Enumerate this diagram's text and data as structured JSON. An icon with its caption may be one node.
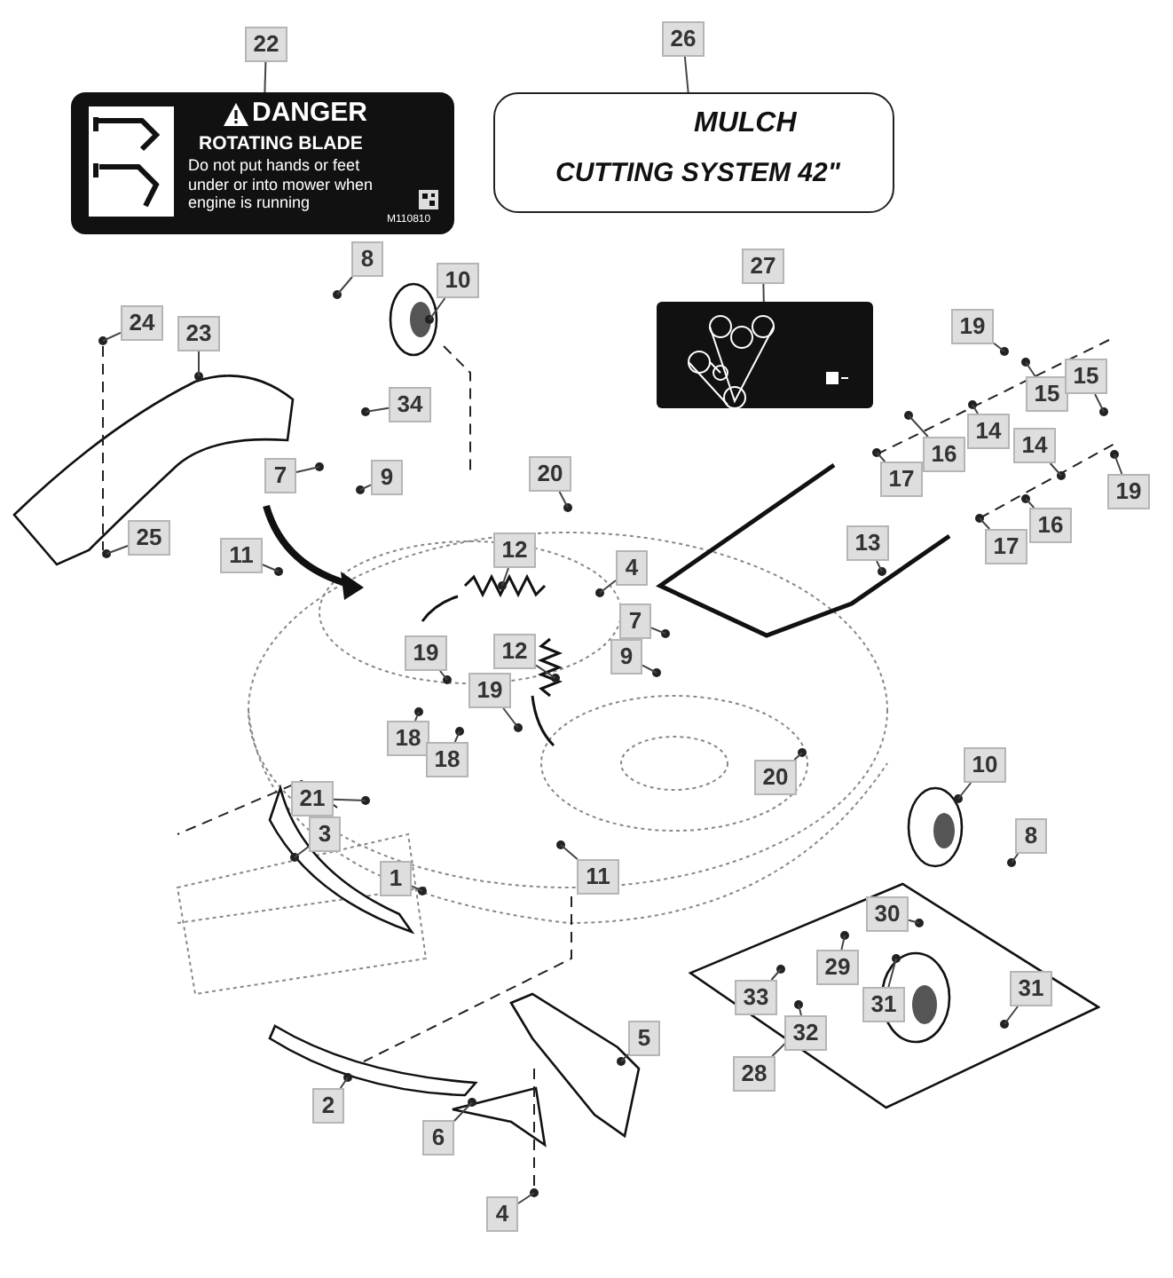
{
  "diagram": {
    "nodes": [
      {
        "text": [
          "22"
        ]
      },
      {
        "text": [
          "DANGER",
          "ROTATING BLADE",
          "Do not put hands or feet under or into mower when engine is running",
          "M110810"
        ]
      },
      {
        "text": [
          "26"
        ]
      },
      {
        "text": [
          "MULCH",
          "CUTTING SYSTEM 42\""
        ]
      },
      {
        "text": [
          "8"
        ]
      },
      {
        "text": [
          "10"
        ]
      },
      {
        "text": [
          "27"
        ]
      },
      {
        "text": [],
        "shape": "picture"
      },
      {
        "text": [
          "24"
        ]
      },
      {
        "text": [
          "23"
        ]
      },
      {
        "text": [
          "34"
        ]
      },
      {
        "text": [
          "19"
        ]
      },
      {
        "text": [
          "15"
        ]
      },
      {
        "text": [
          "15"
        ]
      },
      {
        "text": [
          "14"
        ]
      },
      {
        "text": [
          "16"
        ]
      },
      {
        "text": [
          "14"
        ]
      },
      {
        "text": [
          "17"
        ]
      },
      {
        "text": [
          "7"
        ]
      },
      {
        "text": [
          "9"
        ]
      },
      {
        "text": [
          "20"
        ]
      },
      {
        "text": [
          "19"
        ]
      },
      {
        "text": [
          "16"
        ]
      },
      {
        "text": [
          "25"
        ]
      },
      {
        "text": [
          "11"
        ]
      },
      {
        "text": [
          "12"
        ]
      },
      {
        "text": [
          "13"
        ]
      },
      {
        "text": [
          "17"
        ]
      },
      {
        "text": [
          "4"
        ]
      },
      {
        "text": [
          "7"
        ]
      },
      {
        "text": [
          "9"
        ]
      },
      {
        "text": [
          "19"
        ]
      },
      {
        "text": [
          "12"
        ]
      },
      {
        "text": [
          "19"
        ]
      },
      {
        "text": [
          "18"
        ]
      },
      {
        "text": [
          "18"
        ]
      },
      {
        "text": [
          "20"
        ]
      },
      {
        "text": [
          "10"
        ]
      },
      {
        "text": [
          "21"
        ]
      },
      {
        "text": [
          "3"
        ]
      },
      {
        "text": [
          "8"
        ]
      },
      {
        "text": [
          "1"
        ]
      },
      {
        "text": [
          "11"
        ]
      },
      {
        "text": [],
        "shape": "diamond"
      },
      {
        "text": [
          "30"
        ],
        "in": 43
      },
      {
        "text": [
          "29"
        ],
        "in": 43
      },
      {
        "text": [
          "31"
        ],
        "in": 43
      },
      {
        "text": [
          "31"
        ],
        "in": 43
      },
      {
        "text": [
          "33"
        ],
        "in": 43
      },
      {
        "text": [
          "32"
        ],
        "in": 43
      },
      {
        "text": [
          "5"
        ]
      },
      {
        "text": [
          "28"
        ]
      },
      {
        "text": [
          "2"
        ]
      },
      {
        "text": [
          "6"
        ]
      },
      {
        "text": [
          "4"
        ]
      }
    ],
    "edges": [
      {
        "from": 0,
        "to": 1,
        "arrow": "none"
      },
      {
        "from": 2,
        "to": 3,
        "arrow": "none"
      },
      {
        "from": 4,
        "to": null,
        "arrow": "none"
      },
      {
        "from": 5,
        "to": null,
        "arrow": "none"
      },
      {
        "from": 6,
        "to": 7,
        "arrow": "none"
      },
      {
        "from": 8,
        "to": null,
        "arrow": "none"
      },
      {
        "from": 9,
        "to": null,
        "arrow": "none"
      },
      {
        "from": 10,
        "to": null,
        "arrow": "none"
      },
      {
        "from": 11,
        "to": null,
        "arrow": "none"
      },
      {
        "from": 12,
        "to": null,
        "arrow": "none"
      },
      {
        "from": 13,
        "to": null,
        "arrow": "none"
      },
      {
        "from": 14,
        "to": null,
        "arrow": "none"
      },
      {
        "from": 15,
        "to": null,
        "arrow": "none"
      },
      {
        "from": 16,
        "to": null,
        "arrow": "none"
      },
      {
        "from": 17,
        "to": null,
        "arrow": "none"
      },
      {
        "from": 18,
        "to": null,
        "arrow": "none"
      },
      {
        "from": 19,
        "to": null,
        "arrow": "none"
      },
      {
        "from": 20,
        "to": null,
        "arrow": "none"
      },
      {
        "from": 21,
        "to": null,
        "arrow": "none"
      },
      {
        "from": 22,
        "to": null,
        "arrow": "none"
      },
      {
        "from": 23,
        "to": null,
        "arrow": "none"
      },
      {
        "from": 24,
        "to": null,
        "arrow": "none"
      },
      {
        "from": 25,
        "to": null,
        "arrow": "none"
      },
      {
        "from": 26,
        "to": null,
        "arrow": "none"
      },
      {
        "from": 27,
        "to": null,
        "arrow": "none"
      },
      {
        "from": 28,
        "to": null,
        "arrow": "none"
      },
      {
        "from": 29,
        "to": null,
        "arrow": "none"
      },
      {
        "from": 30,
        "to": null,
        "arrow": "none"
      },
      {
        "from": 31,
        "to": null,
        "arrow": "none"
      },
      {
        "from": 32,
        "to": null,
        "arrow": "none"
      },
      {
        "from": 33,
        "to": null,
        "arrow": "none"
      },
      {
        "from": 34,
        "to": null,
        "arrow": "none"
      },
      {
        "from": 35,
        "to": null,
        "arrow": "none"
      },
      {
        "from": 36,
        "to": null,
        "arrow": "none"
      },
      {
        "from": 37,
        "to": null,
        "arrow": "none"
      },
      {
        "from": 38,
        "to": null,
        "arrow": "none"
      },
      {
        "from": 39,
        "to": null,
        "arrow": "none"
      },
      {
        "from": 40,
        "to": null,
        "arrow": "none"
      },
      {
        "from": 41,
        "to": null,
        "arrow": "none"
      },
      {
        "from": 42,
        "to": null,
        "arrow": "none"
      },
      {
        "from": 44,
        "to": null,
        "arrow": "none"
      },
      {
        "from": 45,
        "to": null,
        "arrow": "none"
      },
      {
        "from": 46,
        "to": null,
        "arrow": "none"
      },
      {
        "from": 47,
        "to": null,
        "arrow": "none"
      },
      {
        "from": 48,
        "to": null,
        "arrow": "none"
      },
      {
        "from": 49,
        "to": null,
        "arrow": "none"
      },
      {
        "from": 50,
        "to": null,
        "arrow": "none"
      },
      {
        "from": 51,
        "to": 43,
        "arrow": "none"
      },
      {
        "from": 52,
        "to": null,
        "arrow": "none"
      },
      {
        "from": 53,
        "to": null,
        "arrow": "none"
      },
      {
        "from": 54,
        "to": null,
        "arrow": "none"
      }
    ]
  }
}
